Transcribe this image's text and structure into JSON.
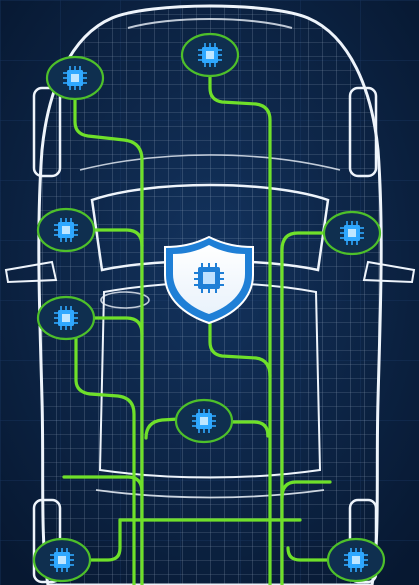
{
  "scene": {
    "background_color": "#0b1f3d",
    "wireframe_color": "#dfe9f5",
    "circuit_color": "#6fe02a",
    "node_fill": "#0f2f4f",
    "node_ring": "#4ec02a",
    "chip_color": "#2fa8ff",
    "shield_color": "#1f7fd6",
    "shield_icon": "security-shield-chip-icon",
    "node_icon": "ecu-chip-icon",
    "nodes": [
      {
        "id": "node-top-center",
        "icon": "ecu-chip-icon"
      },
      {
        "id": "node-top-left",
        "icon": "ecu-chip-icon"
      },
      {
        "id": "node-mid-left-upper",
        "icon": "ecu-chip-icon"
      },
      {
        "id": "node-mid-right",
        "icon": "ecu-chip-icon"
      },
      {
        "id": "node-mid-left-lower",
        "icon": "ecu-chip-icon"
      },
      {
        "id": "node-center-lower",
        "icon": "ecu-chip-icon"
      },
      {
        "id": "node-bottom-left",
        "icon": "ecu-chip-icon"
      },
      {
        "id": "node-bottom-right",
        "icon": "ecu-chip-icon"
      }
    ]
  }
}
